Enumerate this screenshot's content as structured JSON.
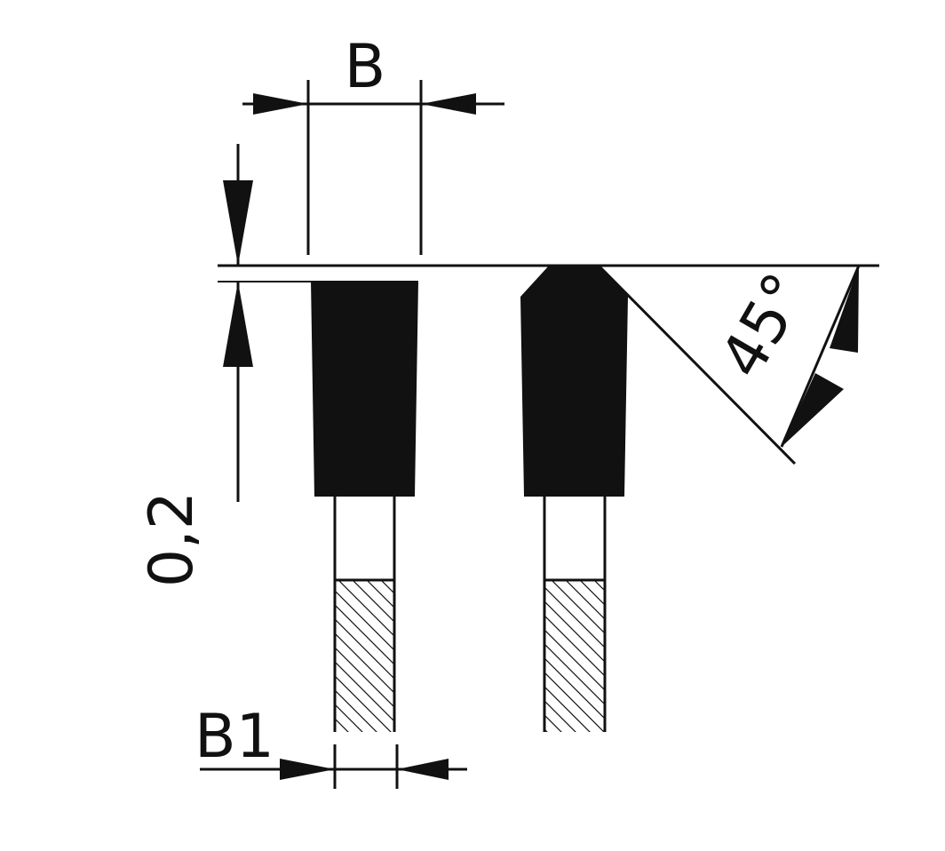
{
  "diagram": {
    "labels": {
      "width_top": "B",
      "width_body": "B1",
      "offset": "0,2",
      "angle": "45°"
    },
    "colors": {
      "ink": "#111111",
      "background": "#ffffff"
    }
  }
}
